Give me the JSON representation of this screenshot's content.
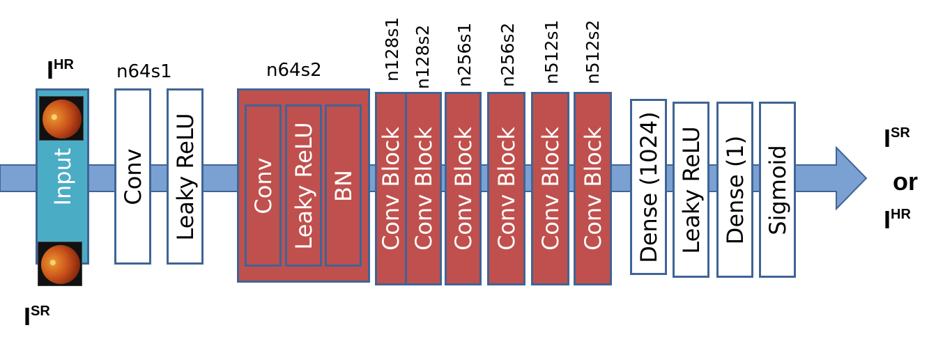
{
  "colors": {
    "arrow": "#7ba1d2",
    "border": "#3f6496",
    "red_block": "#c0504d",
    "input_block": "#4bacc6"
  },
  "input": {
    "label": "Input",
    "top_image": {
      "base": "I",
      "sup": "HR"
    },
    "bottom_image": {
      "base": "I",
      "sup": "SR"
    }
  },
  "layer1": {
    "caption": "n64s1",
    "blocks": [
      "Conv",
      "Leaky ReLU"
    ]
  },
  "layer2": {
    "caption": "n64s2",
    "blocks": [
      "Conv",
      "Leaky ReLU",
      "BN"
    ]
  },
  "conv_blocks": [
    {
      "caption": "n128s1",
      "label": "Conv Block"
    },
    {
      "caption": "n128s2",
      "label": "Conv Block"
    },
    {
      "caption": "n256s1",
      "label": "Conv Block"
    },
    {
      "caption": "n256s2",
      "label": "Conv Block"
    },
    {
      "caption": "n512s1",
      "label": "Conv Block"
    },
    {
      "caption": "n512s2",
      "label": "Conv Block"
    }
  ],
  "head": [
    "Dense (1024)",
    "Leaky ReLU",
    "Dense (1)",
    "Sigmoid"
  ],
  "output": {
    "first": {
      "base": "I",
      "sup": "SR"
    },
    "or": "or",
    "second": {
      "base": "I",
      "sup": "HR"
    }
  }
}
